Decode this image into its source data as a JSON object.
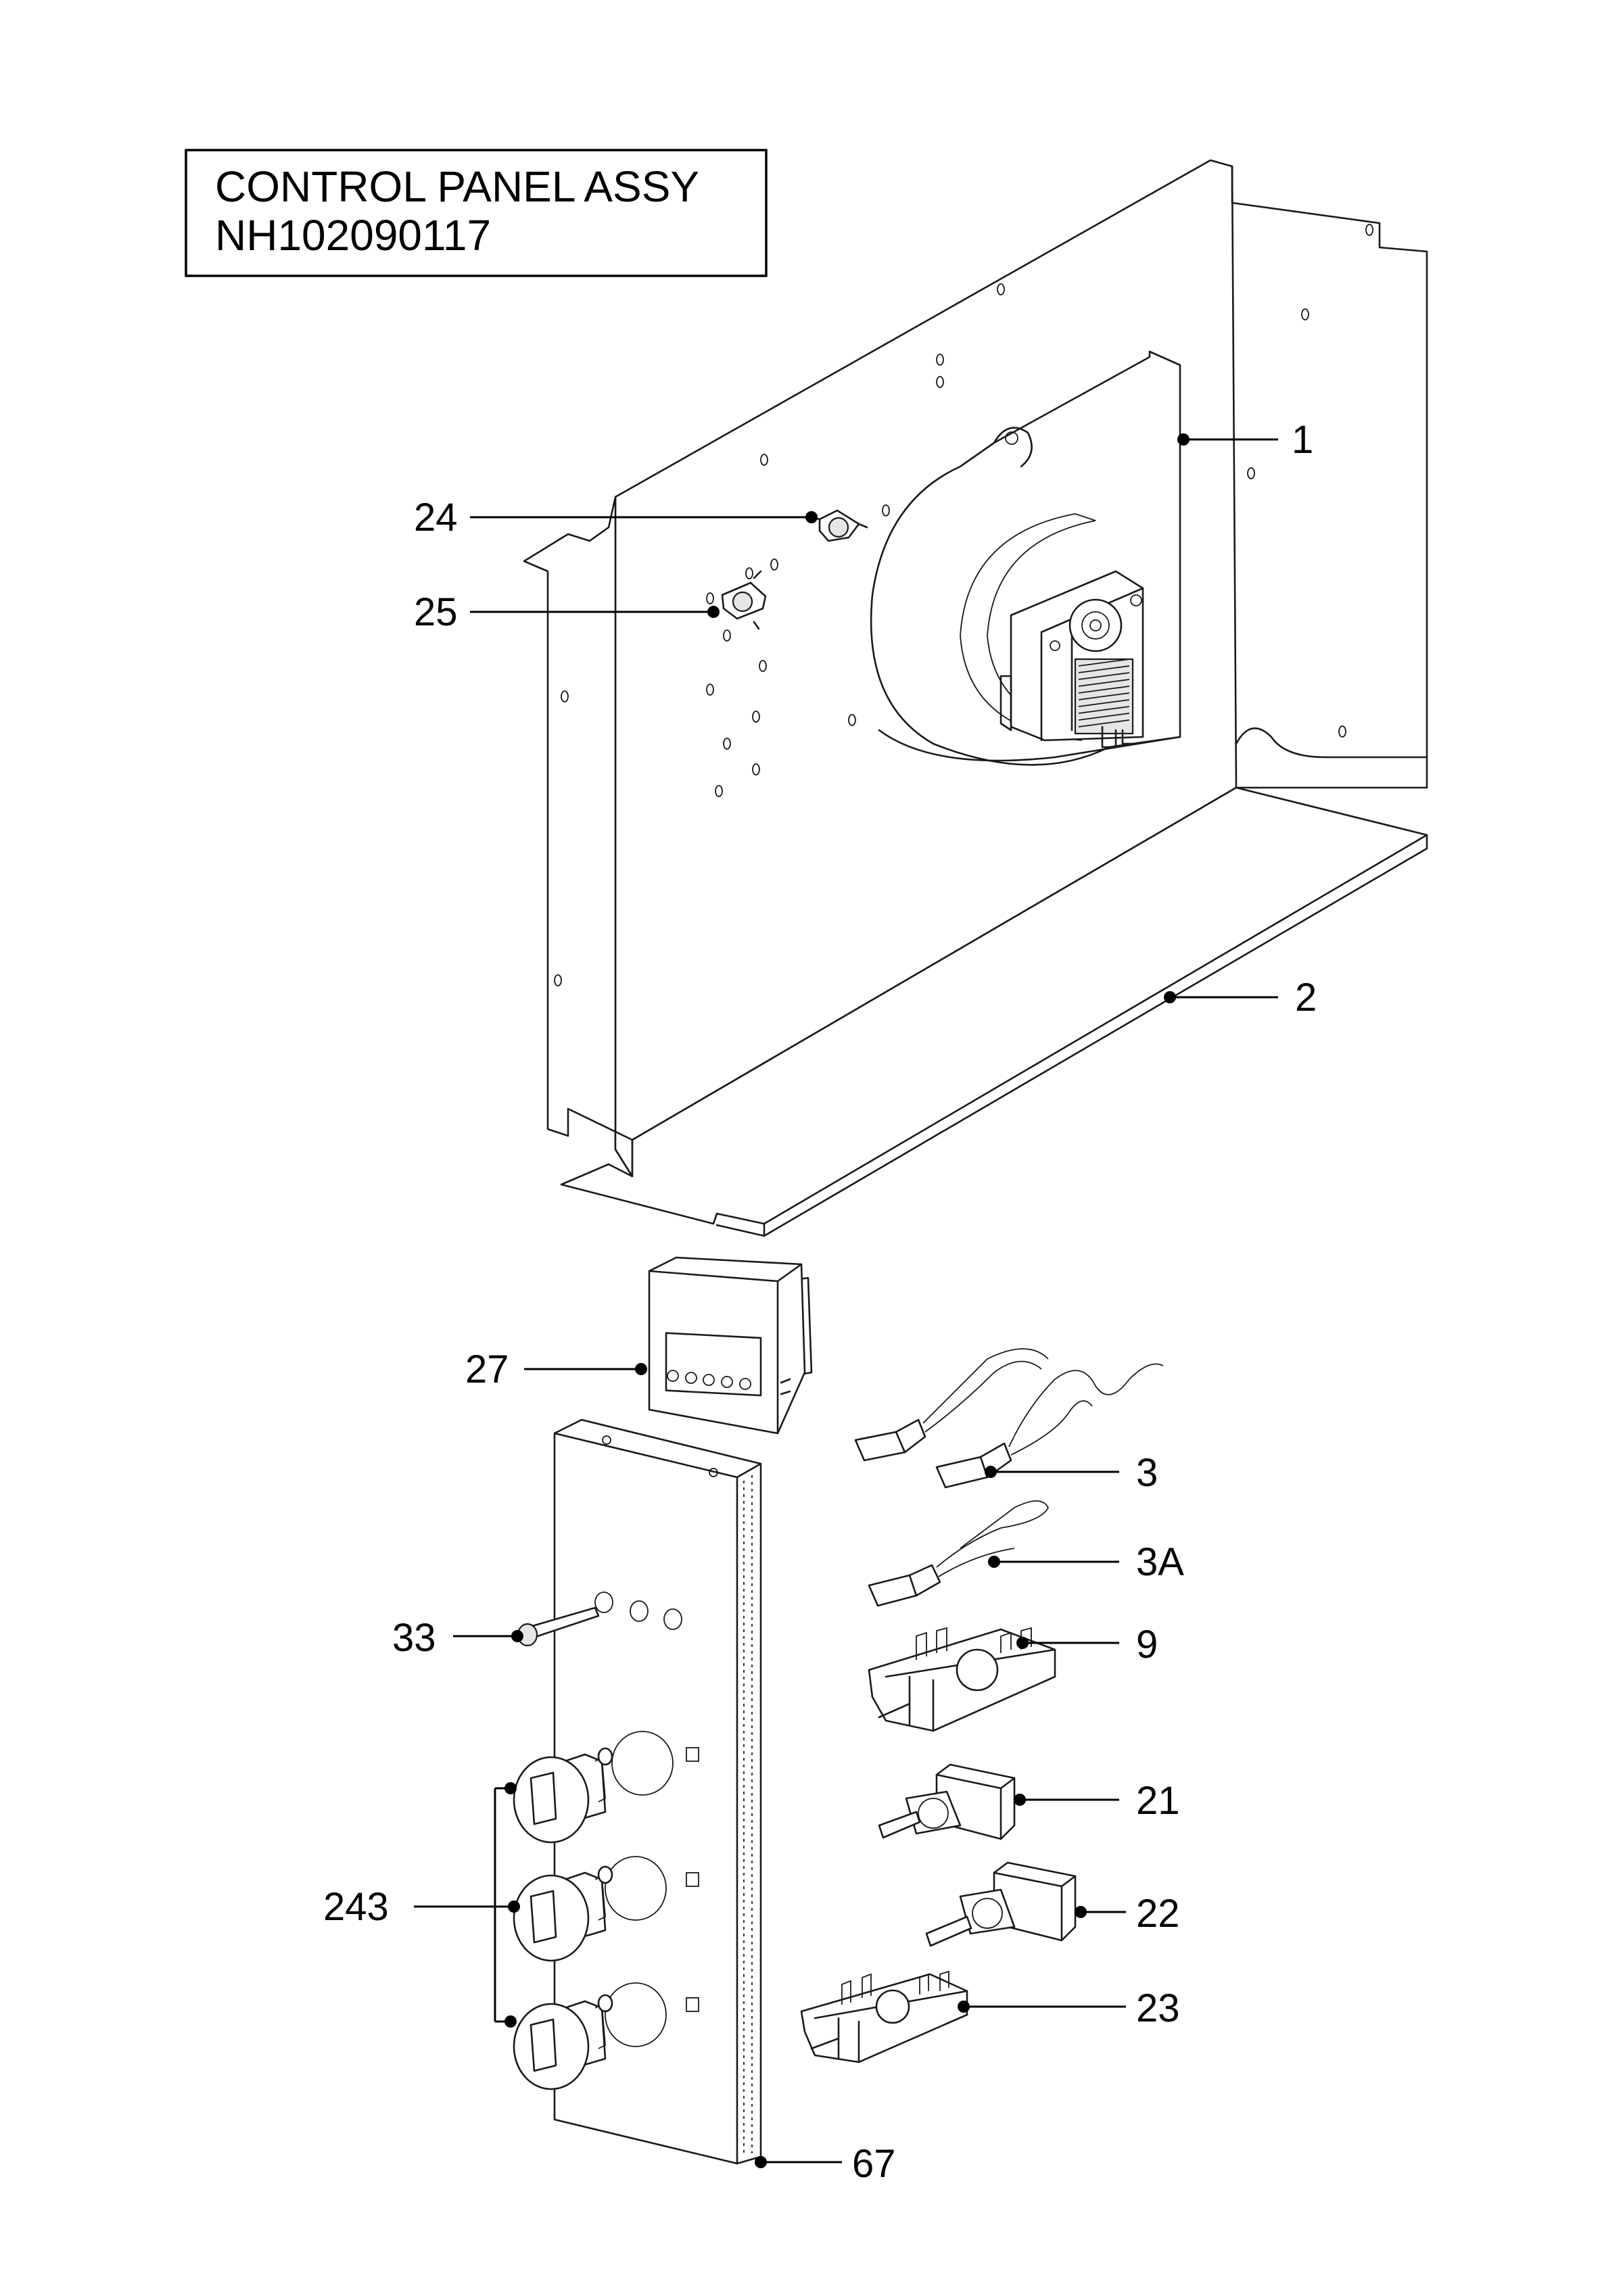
{
  "title": {
    "line1": "CONTROL PANEL ASSY",
    "line2": "NH102090117"
  },
  "callouts": {
    "c1": "1",
    "c2": "2",
    "c3": "3",
    "c3a": "3A",
    "c9": "9",
    "c21": "21",
    "c22": "22",
    "c23": "23",
    "c24": "24",
    "c25": "25",
    "c27": "27",
    "c33": "33",
    "c243": "243",
    "c67": "67"
  }
}
